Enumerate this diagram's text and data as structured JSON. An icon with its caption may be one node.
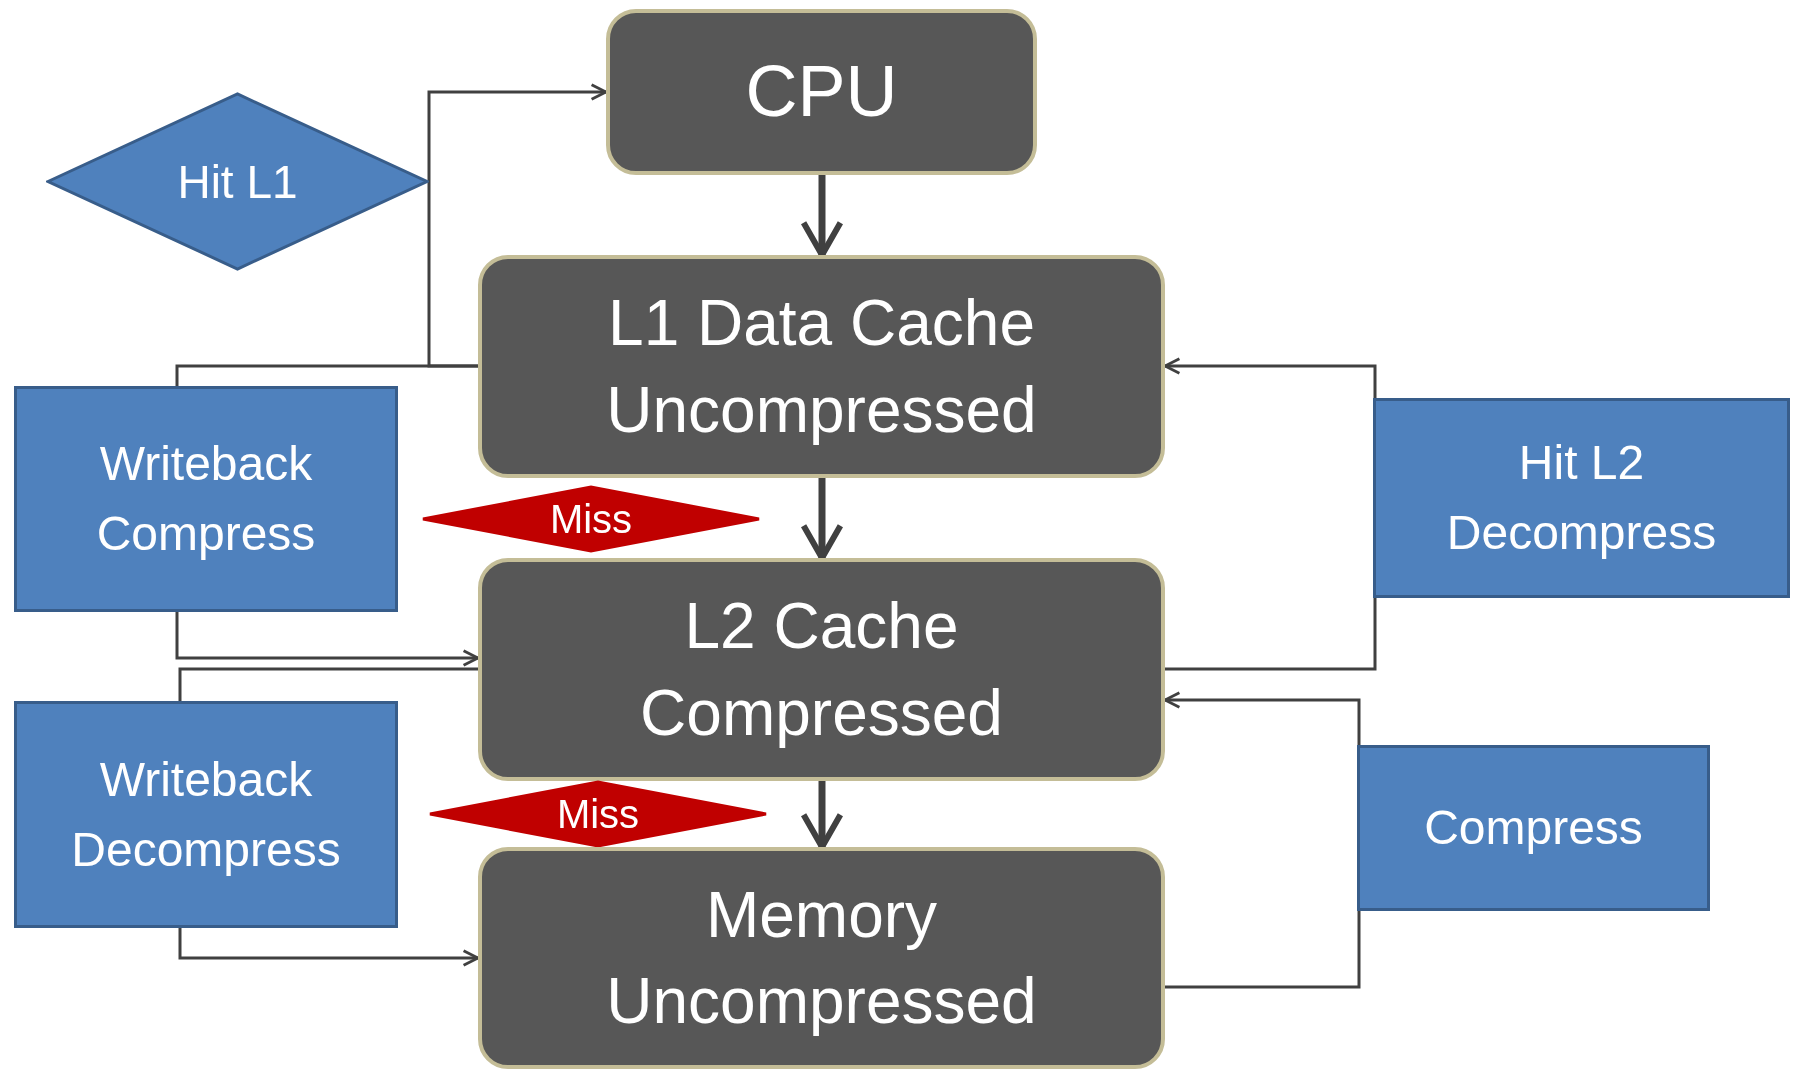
{
  "diagram": {
    "nodes": [
      {
        "text": [
          "CPU"
        ]
      },
      {
        "text": [
          "Hit L1"
        ]
      },
      {
        "text": [
          "L1 Data Cache Uncompressed"
        ]
      },
      {
        "text": [
          "Writeback Compress"
        ]
      },
      {
        "text": [
          "Hit L2 Decompress"
        ]
      },
      {
        "text": [
          "Miss"
        ]
      },
      {
        "text": [
          "L2 Cache Compressed"
        ]
      },
      {
        "text": [
          "Writeback Decompress"
        ]
      },
      {
        "text": [
          "Miss"
        ]
      },
      {
        "text": [
          "Compress"
        ]
      },
      {
        "text": [
          "Memory Uncompressed"
        ]
      }
    ],
    "edges": [
      {
        "from": 0,
        "to": 2,
        "arrow": "to",
        "style": "thick"
      },
      {
        "from": 2,
        "to": 6,
        "arrow": "to",
        "style": "thick"
      },
      {
        "from": 6,
        "to": 10,
        "arrow": "to",
        "style": "thick"
      },
      {
        "from": 2,
        "to": 1,
        "arrow": "none"
      },
      {
        "from": 1,
        "to": 0,
        "arrow": "to"
      },
      {
        "from": 2,
        "to": 3,
        "arrow": "none"
      },
      {
        "from": 3,
        "to": 6,
        "arrow": "to"
      },
      {
        "from": 6,
        "to": 7,
        "arrow": "none"
      },
      {
        "from": 7,
        "to": 10,
        "arrow": "to"
      },
      {
        "from": 6,
        "to": 4,
        "arrow": "none"
      },
      {
        "from": 4,
        "to": 2,
        "arrow": "to"
      },
      {
        "from": 10,
        "to": 9,
        "arrow": "none"
      },
      {
        "from": 9,
        "to": 6,
        "arrow": "to"
      }
    ]
  }
}
